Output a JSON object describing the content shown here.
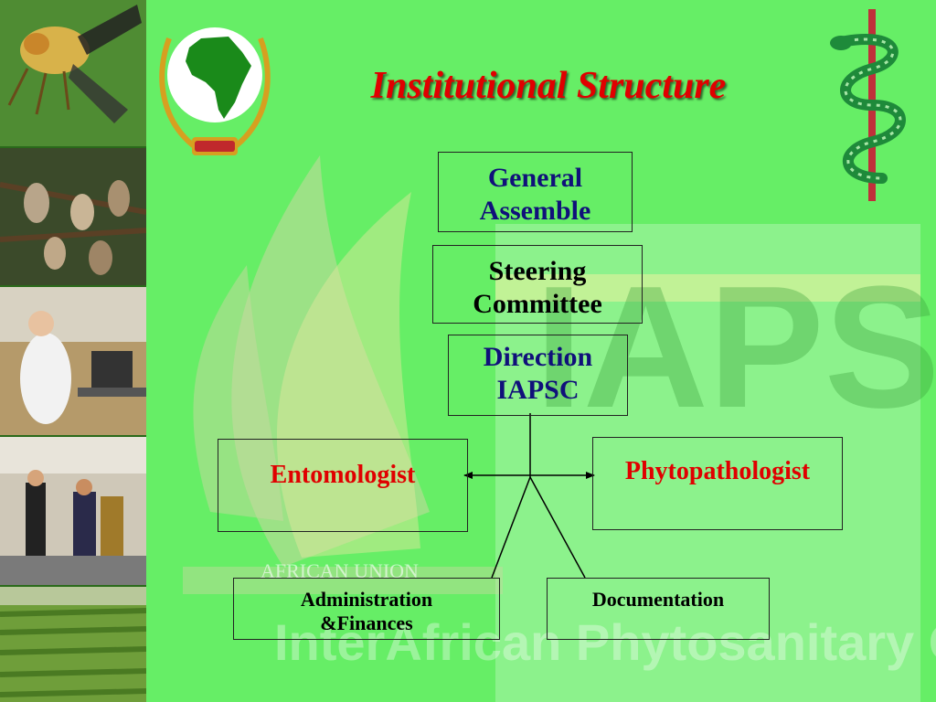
{
  "slide": {
    "title": "Institutional Structure"
  },
  "org_chart": {
    "general_assemble": {
      "line1": "General",
      "line2": "Assemble"
    },
    "steering_committee": {
      "line1": "Steering",
      "line2": "Committee"
    },
    "direction": {
      "line1": "Direction",
      "line2": "IAPSC"
    },
    "entomologist": "Entomologist",
    "phytopathologist": "Phytopathologist",
    "administration": {
      "line1": "Administration",
      "line2": "&Finances"
    },
    "documentation": "Documentation"
  },
  "watermark": {
    "logo_text": "IAPSC",
    "org_name": "AFRICAN UNION",
    "council_name": "InterAfrican Phytosanitary Council"
  },
  "colors": {
    "background": "#66ee66",
    "title": "#e00000",
    "blue_text": "#10107a",
    "red_text": "#e00000"
  }
}
